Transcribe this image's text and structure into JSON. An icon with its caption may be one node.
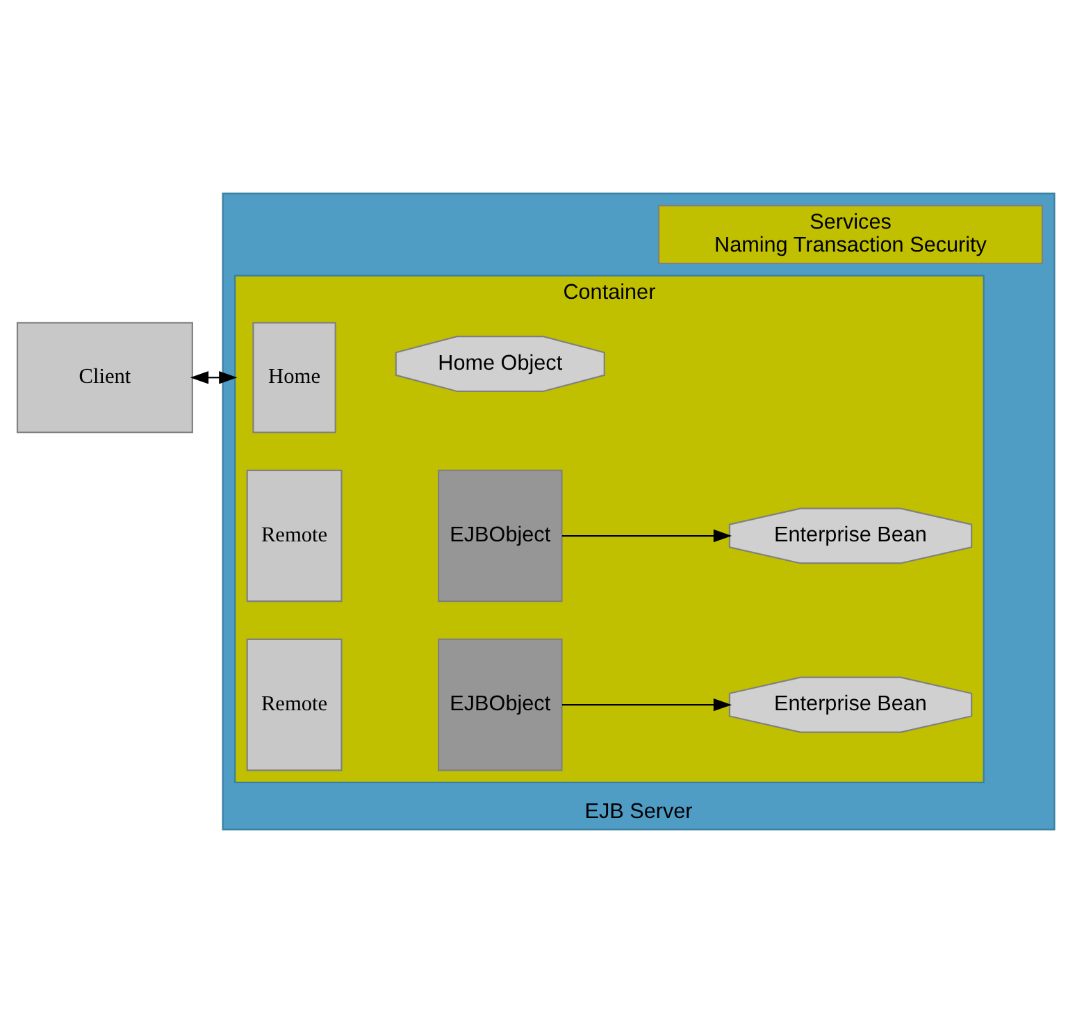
{
  "diagram": {
    "nodes": [
      {
        "text": [
          "Client"
        ]
      },
      {
        "text": [
          "EJB Server"
        ]
      },
      {
        "text": [
          "Container"
        ],
        "in": 1
      },
      {
        "text": [
          "Home"
        ],
        "in": 2
      },
      {
        "text": [
          "Home Object"
        ],
        "in": 2
      },
      {
        "text": [
          "Remote"
        ],
        "in": 2
      },
      {
        "text": [
          "EJBObject"
        ],
        "in": 2
      },
      {
        "text": [
          "Enterprise Bean"
        ],
        "in": 2
      },
      {
        "text": [
          "Remote"
        ],
        "in": 2
      },
      {
        "text": [
          "EJBObject"
        ],
        "in": 2
      },
      {
        "text": [
          "Enterprise Bean"
        ],
        "in": 2
      },
      {
        "text": [
          "Services",
          "Naming Transaction Security"
        ],
        "in": 1
      }
    ],
    "edges": [
      {
        "from": 0,
        "to": 2,
        "arrow": "both"
      },
      {
        "from": 6,
        "to": 7,
        "arrow": "to"
      },
      {
        "from": 9,
        "to": 10,
        "arrow": "to"
      }
    ]
  }
}
